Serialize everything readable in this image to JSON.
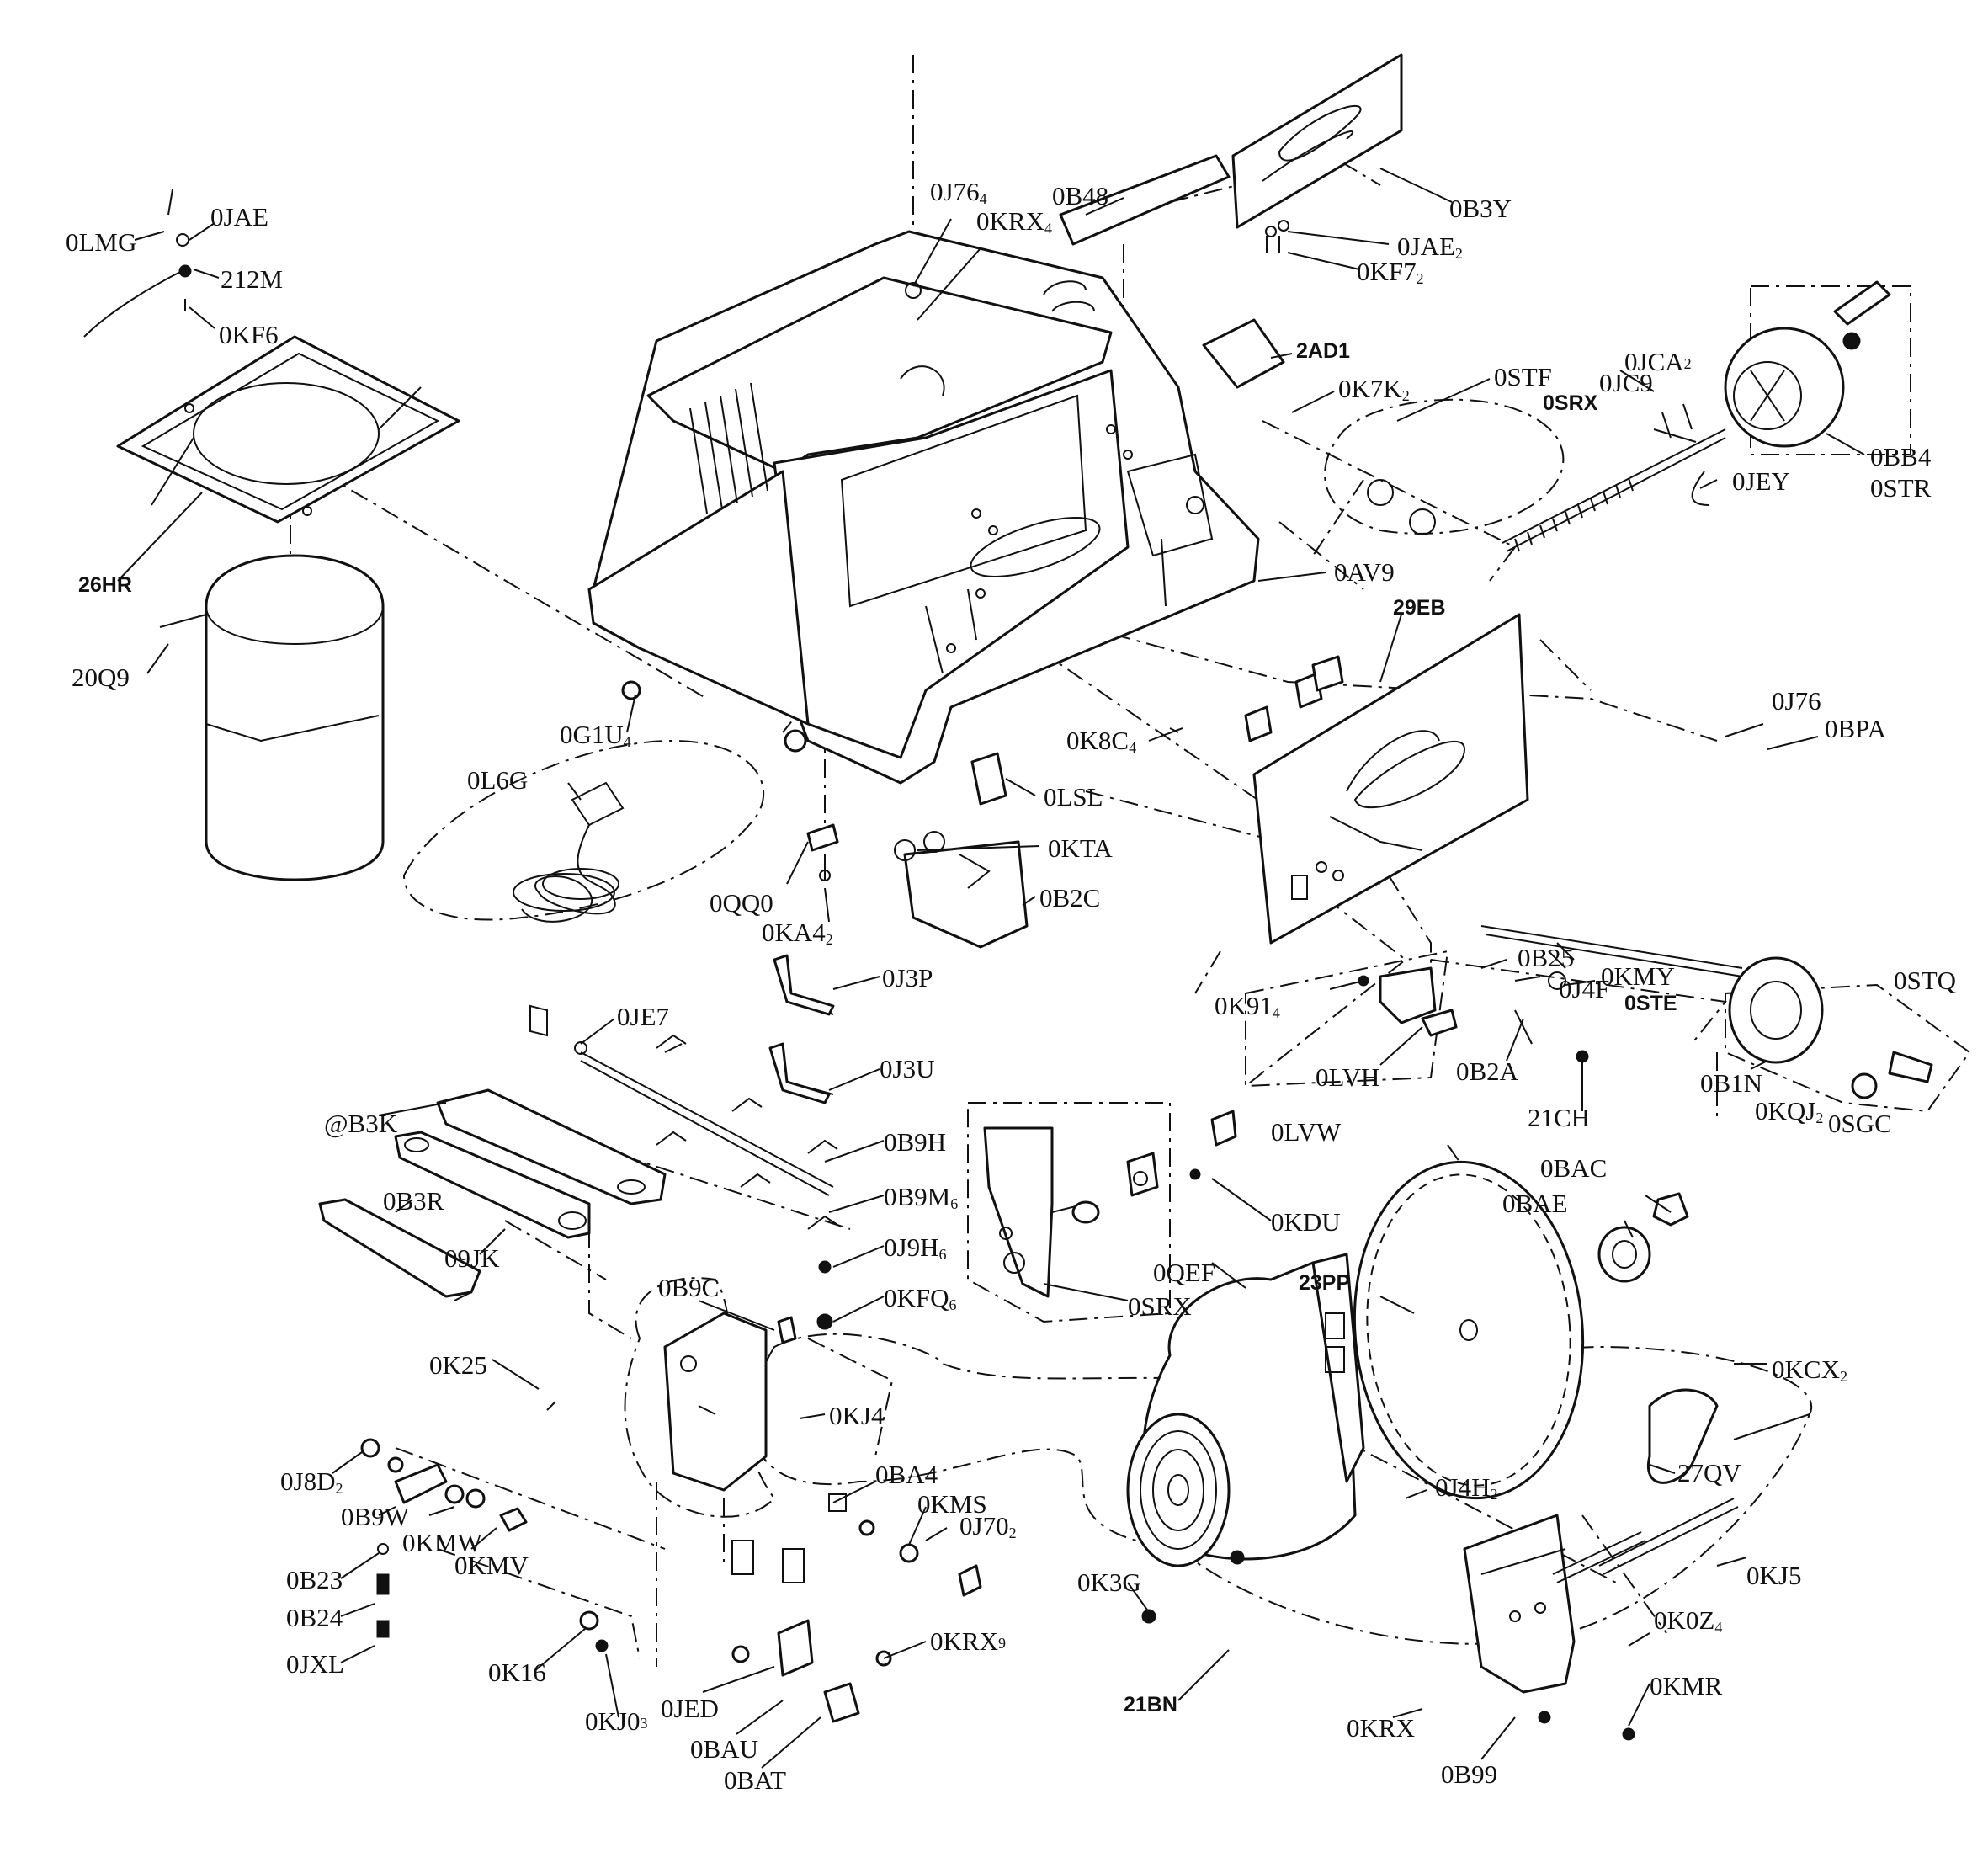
{
  "labels": {
    "lmg": "0LMG",
    "jae": "0JAE",
    "m212": "212M",
    "kf6": "0KF6",
    "hr26": "26HR",
    "q920": "20Q9",
    "j76a": "0J76",
    "j76a_sub": "4",
    "krx_top": "0KRX",
    "krx_top_sub": "4",
    "b48": "0B48",
    "b3y": "0B3Y",
    "jae2": "0JAE",
    "jae2_sub": "2",
    "kf72": "0KF7",
    "kf72_sub": "2",
    "ad1": "2AD1",
    "k7k": "0K7K",
    "k7k_sub": "2",
    "stf": "0STF",
    "jca": "0JCA",
    "jca_sub": "2",
    "jc9": "0JC9",
    "srx_top": "0SRX",
    "jey": "0JEY",
    "bb4": "0BB4",
    "str": "0STR",
    "av9": "0AV9",
    "eb29": "29EB",
    "g1u": "0G1U",
    "g1u_sub": "4",
    "l6g": "0L6G",
    "k8c": "0K8C",
    "k8c_sub": "4",
    "j76b": "0J76",
    "bpa": "0BPA",
    "lsl": "0LSL",
    "kta": "0KTA",
    "qq0": "0QQ0",
    "b2c": "0B2C",
    "ka4": "0KA4",
    "ka4_sub": "2",
    "j3p": "0J3P",
    "b25": "0B25",
    "j4f": "0J4F",
    "kmy": "0KMY",
    "stq": "0STQ",
    "ste": "0STE",
    "k91": "0K91",
    "k91_sub": "4",
    "je7": "0JE7",
    "j3u": "0J3U",
    "lvh": "0LVH",
    "b2a": "0B2A",
    "b1n": "0B1N",
    "kqj": "0KQJ",
    "kqj_sub": "2",
    "sgc": "0SGC",
    "ch21": "21CH",
    "lvw": "0LVW",
    "b3k": "@B3K",
    "b9h": "0B9H",
    "b3r": "0B3R",
    "b9m": "0B9M",
    "b9m_sub": "6",
    "jk09": "09JK",
    "kdu": "0KDU",
    "bac": "0BAC",
    "bae": "0BAE",
    "j9h": "0J9H",
    "j9h_sub": "6",
    "pp23": "23PP",
    "kfq": "0KFQ",
    "kfq_sub": "6",
    "srx_mid": "0SRX",
    "b9c": "0B9C",
    "k25": "0K25",
    "qef": "0QEF",
    "kcx": "0KCX",
    "kcx_sub": "2",
    "kj4": "0KJ4",
    "j8d": "0J8D",
    "j8d_sub": "2",
    "ba4": "0BA4",
    "kms": "0KMS",
    "j70": "0J70",
    "j70_sub": "2",
    "j4h": "0J4H",
    "j4h_sub": "2",
    "qv27": "27QV",
    "b9w": "0B9W",
    "kmw": "0KMW",
    "kmv": "0KMV",
    "b23": "0B23",
    "k3g": "0K3G",
    "kj5": "0KJ5",
    "b24": "0B24",
    "krx9": "0KRX",
    "krx9_sub": "9",
    "k0z": "0K0Z",
    "k0z_sub": "4",
    "jxl": "0JXL",
    "k16": "0K16",
    "jed": "0JED",
    "bn21": "21BN",
    "kmr": "0KMR",
    "kj0": "0KJ0",
    "kj0_sub": "3",
    "krx_bot": "0KRX",
    "bau": "0BAU",
    "b99": "0B99",
    "bat": "0BAT"
  }
}
